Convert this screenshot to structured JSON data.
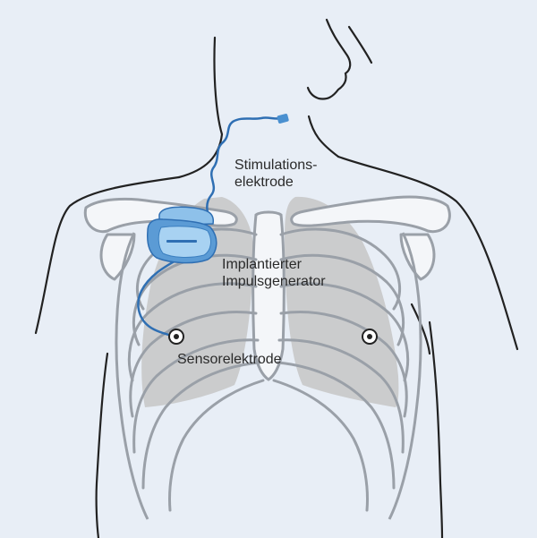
{
  "labels": {
    "stimulation_line1": "Stimulations-",
    "stimulation_line2": "elektrode",
    "generator_line1": "Implantierter",
    "generator_line2": "Impulsgenerator",
    "sensor": "Sensorelektrode"
  },
  "colors": {
    "background": "#e8eef6",
    "outline": "#222222",
    "bone_fill": "#f4f6f9",
    "bone_stroke": "#9aa0a8",
    "lung_fill": "#c6c6c6",
    "device_blue": "#5b9bd5",
    "lead_blue": "#2f6fb3"
  }
}
